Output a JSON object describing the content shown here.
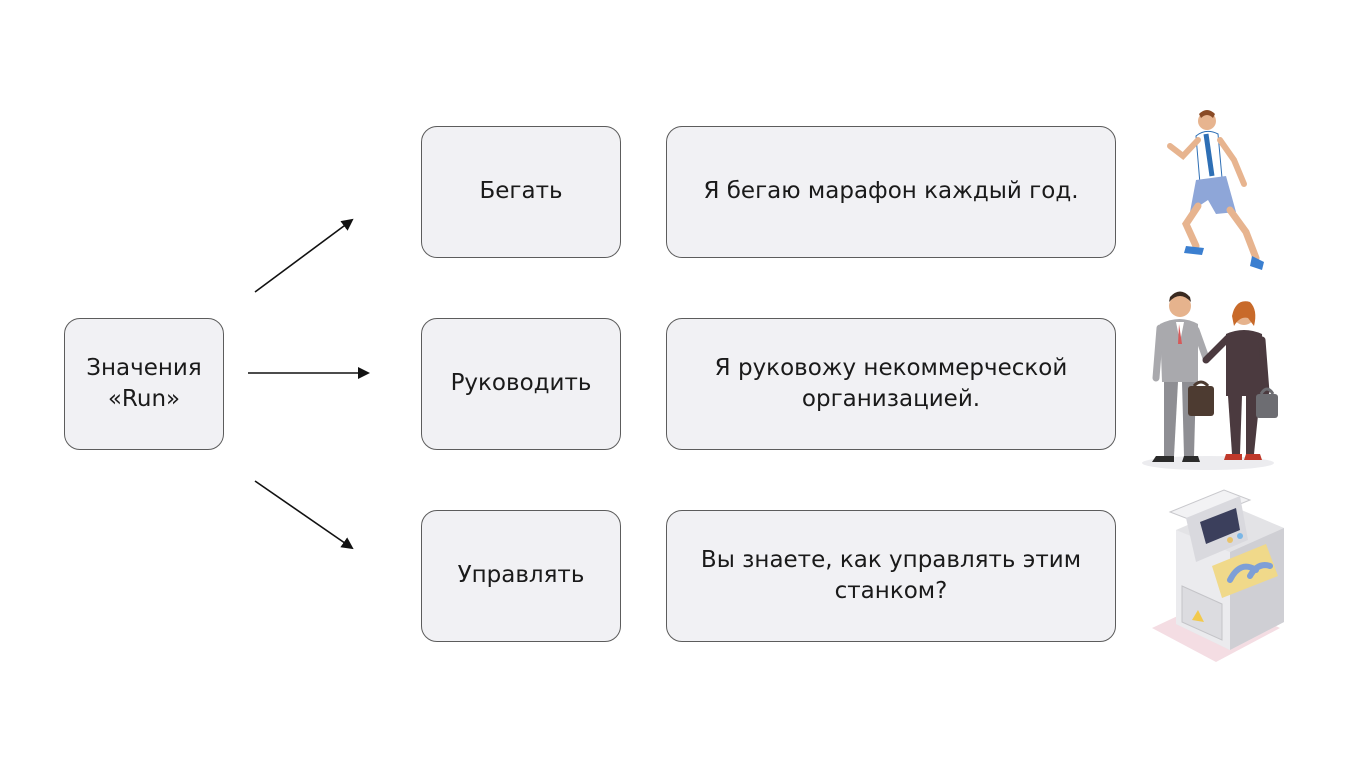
{
  "root": {
    "line1": "Значения",
    "line2": "«Run»"
  },
  "meanings": [
    {
      "word": "Бегать",
      "example": "Я бегаю марафон каждый год.",
      "icon": "running-man-icon"
    },
    {
      "word": "Руководить",
      "example": "Я руковожу некоммерческой организацией.",
      "icon": "business-people-icon"
    },
    {
      "word": "Управлять",
      "example": "Вы знаете, как управлять этим станком?",
      "icon": "machine-icon"
    }
  ],
  "colors": {
    "box_fill": "#f1f1f4",
    "box_border": "#5c5c5c",
    "arrow": "#111111"
  }
}
